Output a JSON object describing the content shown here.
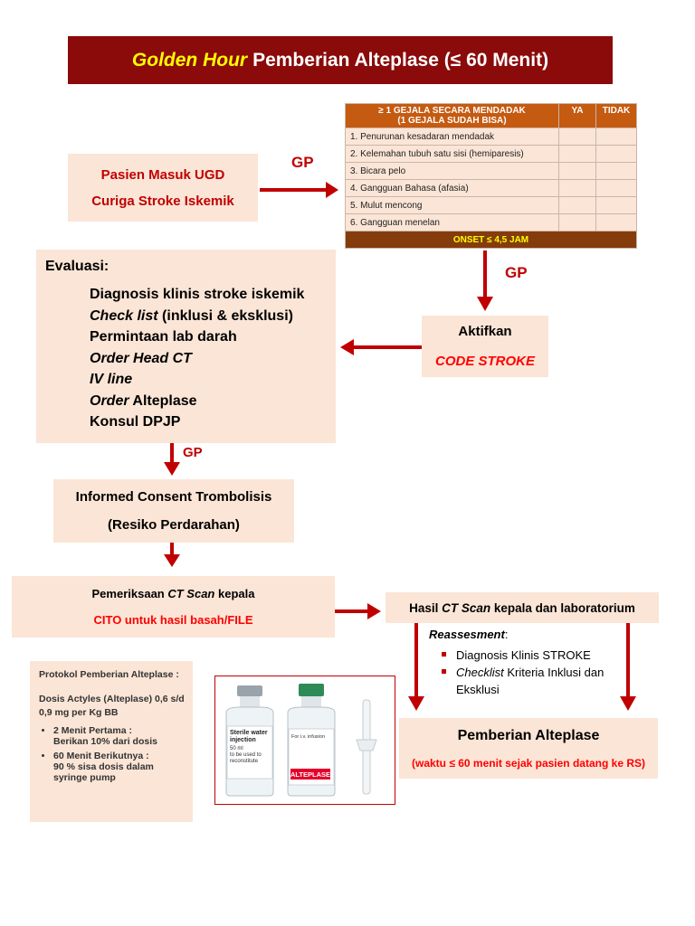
{
  "title": {
    "highlight": "Golden Hour",
    "rest": "Pemberian Alteplase (≤ 60 Menit)"
  },
  "gp_label": "GP",
  "patient_box": {
    "line1": "Pasien Masuk UGD",
    "line2": "Curiga Stroke Iskemik"
  },
  "checklist": {
    "header_line1": "≥ 1 GEJALA SECARA MENDADAK",
    "header_line2": "(1 GEJALA SUDAH BISA)",
    "col_yes": "YA",
    "col_no": "TIDAK",
    "items": [
      "1. Penurunan kesadaran mendadak",
      "2. Kelemahan tubuh satu sisi (hemiparesis)",
      "3. Bicara pelo",
      "4. Gangguan Bahasa (afasia)",
      "5. Mulut mencong",
      "6. Gangguan menelan"
    ],
    "onset": "ONSET ≤ 4,5 JAM"
  },
  "evaluation": {
    "heading": "Evaluasi:",
    "items": [
      {
        "italic": "",
        "normal": "Diagnosis klinis stroke iskemik"
      },
      {
        "italic": "Check list",
        "normal": " (inklusi & eksklusi)"
      },
      {
        "italic": "",
        "normal": "Permintaan lab darah"
      },
      {
        "italic": "Order Head CT",
        "normal": ""
      },
      {
        "italic": "IV line",
        "normal": ""
      },
      {
        "italic": "Order",
        "normal": " Alteplase"
      },
      {
        "italic": "",
        "normal": "Konsul DPJP"
      }
    ]
  },
  "code_stroke": {
    "line1": "Aktifkan",
    "line2": "CODE STROKE"
  },
  "consent": {
    "line1": "Informed Consent Trombolisis",
    "line2": "(Resiko Perdarahan)"
  },
  "ctscan": {
    "pre": "Pemeriksaan ",
    "italic": "CT Scan",
    "post": " kepala",
    "line2": "CITO untuk hasil basah/FILE"
  },
  "ct_result": {
    "pre": "Hasil ",
    "italic": "CT Scan",
    "post": " kepala dan laboratorium"
  },
  "reassessment": {
    "heading": "Reassesment",
    "colon": ":",
    "items": [
      {
        "italic": "",
        "normal": "Diagnosis Klinis STROKE"
      },
      {
        "italic": "Checklist",
        "normal": " Kriteria Inklusi dan Eksklusi"
      }
    ]
  },
  "protocol": {
    "heading": "Protokol Pemberian Alteplase :",
    "dose": "Dosis Actyles (Alteplase) 0,6 s/d 0,9 mg per Kg BB",
    "steps": [
      {
        "title": "2 Menit Pertama :",
        "detail": "Berikan 10% dari dosis"
      },
      {
        "title": "60 Menit Berikutnya :",
        "detail": "90 % sisa dosis dalam syringe pump"
      }
    ]
  },
  "vials": {
    "label1_lines": [
      "Sterile water",
      "injection",
      "50 ml",
      "to be used to",
      "reconstitute"
    ],
    "label2_small": "For i.v. infusion",
    "label2_brand": "ALTEPLASE"
  },
  "administration": {
    "line1": "Pemberian Alteplase",
    "line2": "(waktu ≤ 60 menit sejak pasien datang ke RS)"
  },
  "colors": {
    "title_bg": "#8b0a0a",
    "accent_red": "#c00000",
    "box_bg": "#fbe5d6",
    "table_header": "#c55a11",
    "onset_bg": "#843c0c"
  }
}
